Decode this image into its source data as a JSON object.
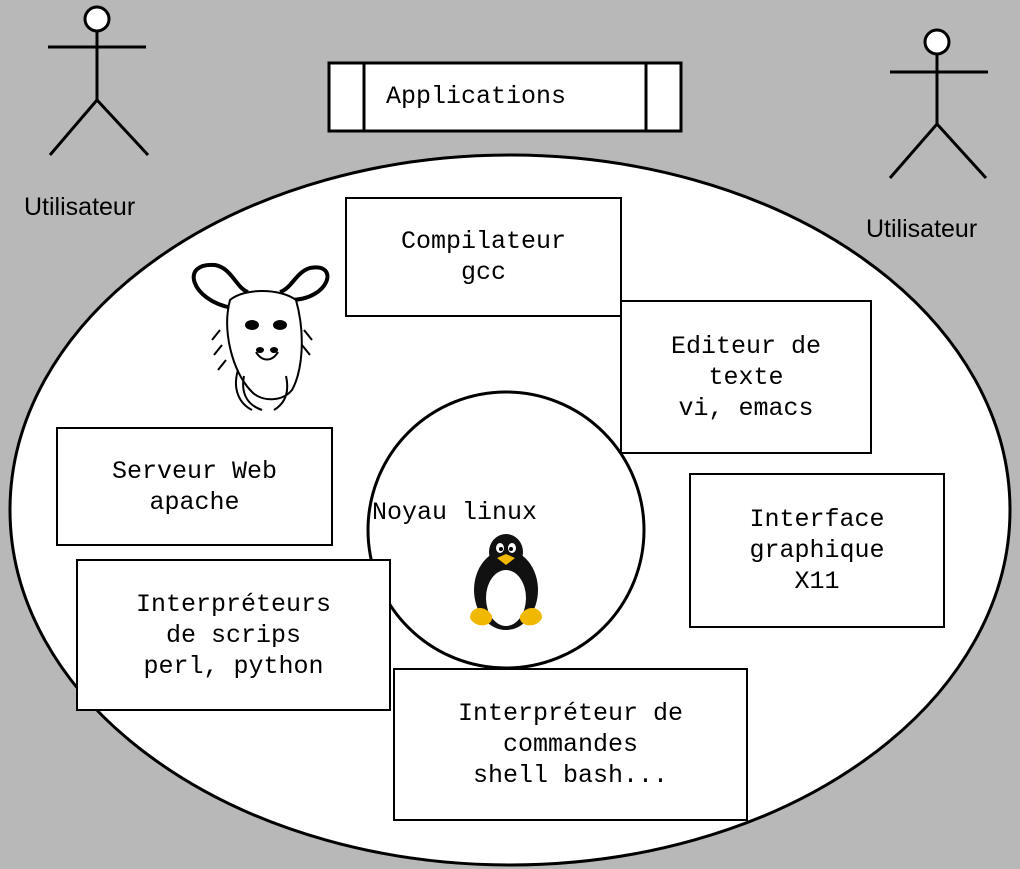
{
  "colors": {
    "background": "#b8b8b8",
    "ellipse_fill": "#ffffff",
    "stroke": "#000000",
    "tux_beak": "#f0b800"
  },
  "actors": [
    {
      "label": "Utilisateur",
      "icon": "user-stick-figure-icon"
    },
    {
      "label": "Utilisateur",
      "icon": "user-stick-figure-icon"
    }
  ],
  "applications": {
    "label": "Applications"
  },
  "kernel": {
    "label": "Noyau linux",
    "icon": "tux-penguin-icon"
  },
  "gnu": {
    "icon": "gnu-head-icon"
  },
  "boxes": {
    "compiler": [
      "Compilateur",
      "gcc"
    ],
    "editor": [
      "Editeur de",
      "texte",
      "vi, emacs"
    ],
    "webserver": [
      "Serveur Web",
      "apache"
    ],
    "gui": [
      "Interface",
      "graphique",
      "X11"
    ],
    "scripts": [
      "Interpréteurs",
      "de scrips",
      "perl, python"
    ],
    "shell": [
      "Interpréteur de",
      "commandes",
      "shell bash..."
    ]
  }
}
